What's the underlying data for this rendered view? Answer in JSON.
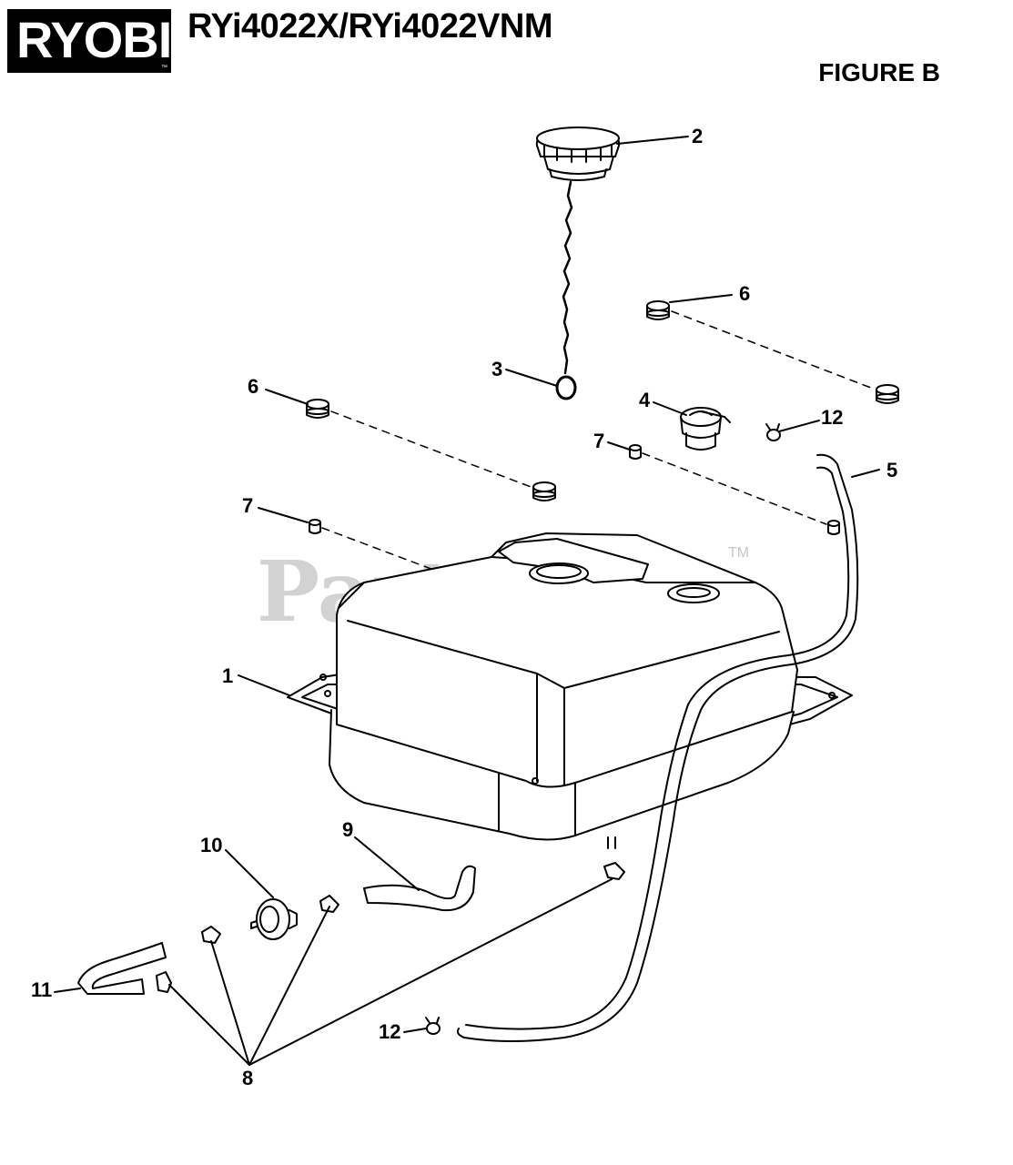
{
  "header": {
    "brand": "RYOBI",
    "model": "RYi4022X/RYi4022VNM",
    "figure": "FIGURE B"
  },
  "watermark": {
    "text": "PartsTree",
    "tm": "TM"
  },
  "callouts": {
    "c1": "1",
    "c2": "2",
    "c3": "3",
    "c4": "4",
    "c5": "5",
    "c6a": "6",
    "c6b": "6",
    "c7a": "7",
    "c7b": "7",
    "c8": "8",
    "c9": "9",
    "c10": "10",
    "c11": "11",
    "c12a": "12",
    "c12b": "12"
  }
}
